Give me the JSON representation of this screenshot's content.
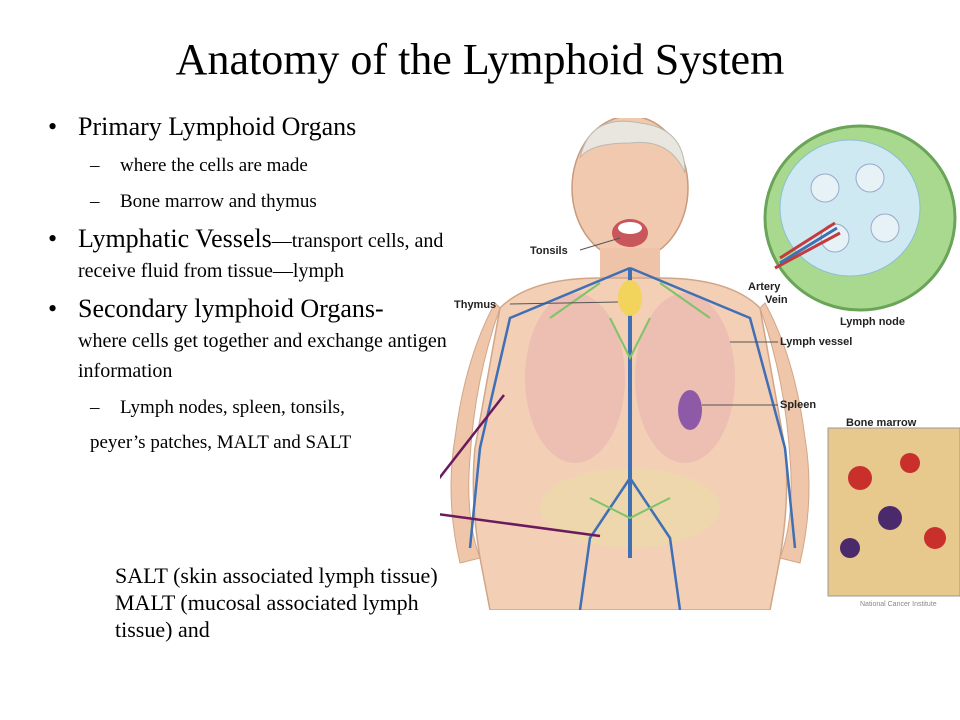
{
  "title": "Anatomy of the Lymphoid System",
  "bullets": {
    "primary": {
      "heading": "Primary Lymphoid Organs",
      "sub1": "where the cells are made",
      "sub2": "Bone marrow and thymus"
    },
    "vessels": {
      "heading": "Lymphatic Vessels",
      "detail": "—transport cells, and receive fluid from tissue—lymph"
    },
    "secondary": {
      "heading": "Secondary lymphoid Organs-",
      "detail": "where cells get together and exchange antigen information",
      "sub1": "Lymph nodes, spleen, tonsils,",
      "sub1_cont": "peyer’s patches, MALT and SALT"
    }
  },
  "note": "SALT (skin associated lymph tissue) MALT (mucosal associated lymph tissue) and",
  "figure": {
    "labels": {
      "tonsils": "Tonsils",
      "thymus": "Thymus",
      "artery": "Artery",
      "vein": "Vein",
      "lymph_node": "Lymph node",
      "lymph_vessel": "Lymph vessel",
      "spleen": "Spleen",
      "bone_marrow": "Bone marrow"
    },
    "credit": "National Cancer Institute"
  },
  "colors": {
    "annotation_line": "#6b1a5e",
    "lymph_green": "#7fc36a",
    "vein_blue": "#3f6fb5",
    "spleen_purple": "#8e5aa8"
  }
}
